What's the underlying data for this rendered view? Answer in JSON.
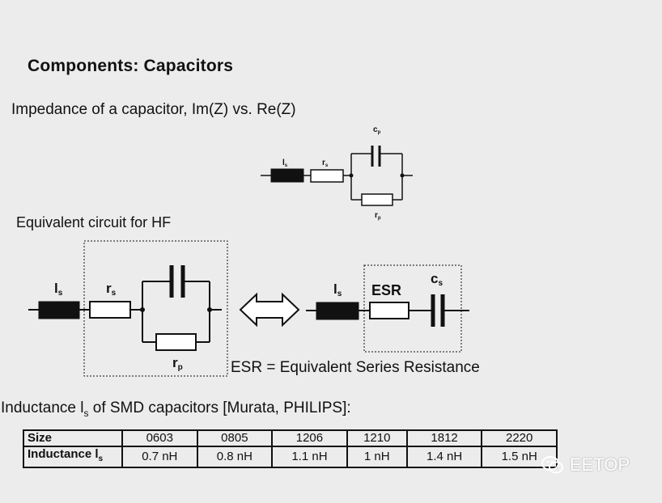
{
  "title": "Components: Capacitors",
  "subtitle_impedance": "Impedance of a capacitor, Im(Z) vs. Re(Z)",
  "subtitle_equivalent": "Equivalent circuit for HF",
  "small_circuit": {
    "ls": "l",
    "ls_sub": "s",
    "rs": "r",
    "rs_sub": "s",
    "cp": "c",
    "cp_sub": "p",
    "rp": "r",
    "rp_sub": "p"
  },
  "left_circuit": {
    "ls": "l",
    "ls_sub": "s",
    "rs": "r",
    "rs_sub": "s",
    "rp": "r",
    "rp_sub": "p"
  },
  "right_circuit": {
    "ls": "l",
    "ls_sub": "s",
    "esr": "ESR",
    "cs": "c",
    "cs_sub": "s"
  },
  "esr_definition": "ESR = Equivalent Series Resistance",
  "inductance_heading": {
    "prefix": "Inductance l",
    "sub": "s",
    "suffix": " of SMD capacitors [Murata, PHILIPS]:"
  },
  "table": {
    "row_size": {
      "label": "Size",
      "cells": [
        "0603",
        "0805",
        "1206",
        "1210",
        "1812",
        "2220"
      ]
    },
    "row_inductance": {
      "label": "Inductance l",
      "label_sub": "s",
      "cells": [
        "0.7 nH",
        "0.8 nH",
        "1.1 nH",
        "1 nH",
        "1.4 nH",
        "1.5 nH"
      ]
    }
  },
  "watermark": "EETOP"
}
